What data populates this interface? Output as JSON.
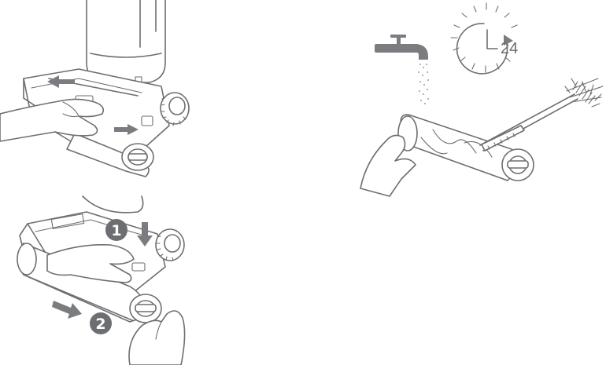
{
  "steps": {
    "step_one_badge": "1",
    "step_two_badge": "2"
  },
  "timer": {
    "hours_label": "24"
  },
  "colors": {
    "line": "#6d6e71",
    "arrow": "#7b7c7f",
    "background": "#ffffff"
  },
  "icons": [
    "press-release-arrows",
    "down-arrow",
    "pull-out-arrow",
    "faucet-icon",
    "water-drops",
    "clock-24h-icon",
    "cleaning-brush",
    "roller-brush"
  ]
}
